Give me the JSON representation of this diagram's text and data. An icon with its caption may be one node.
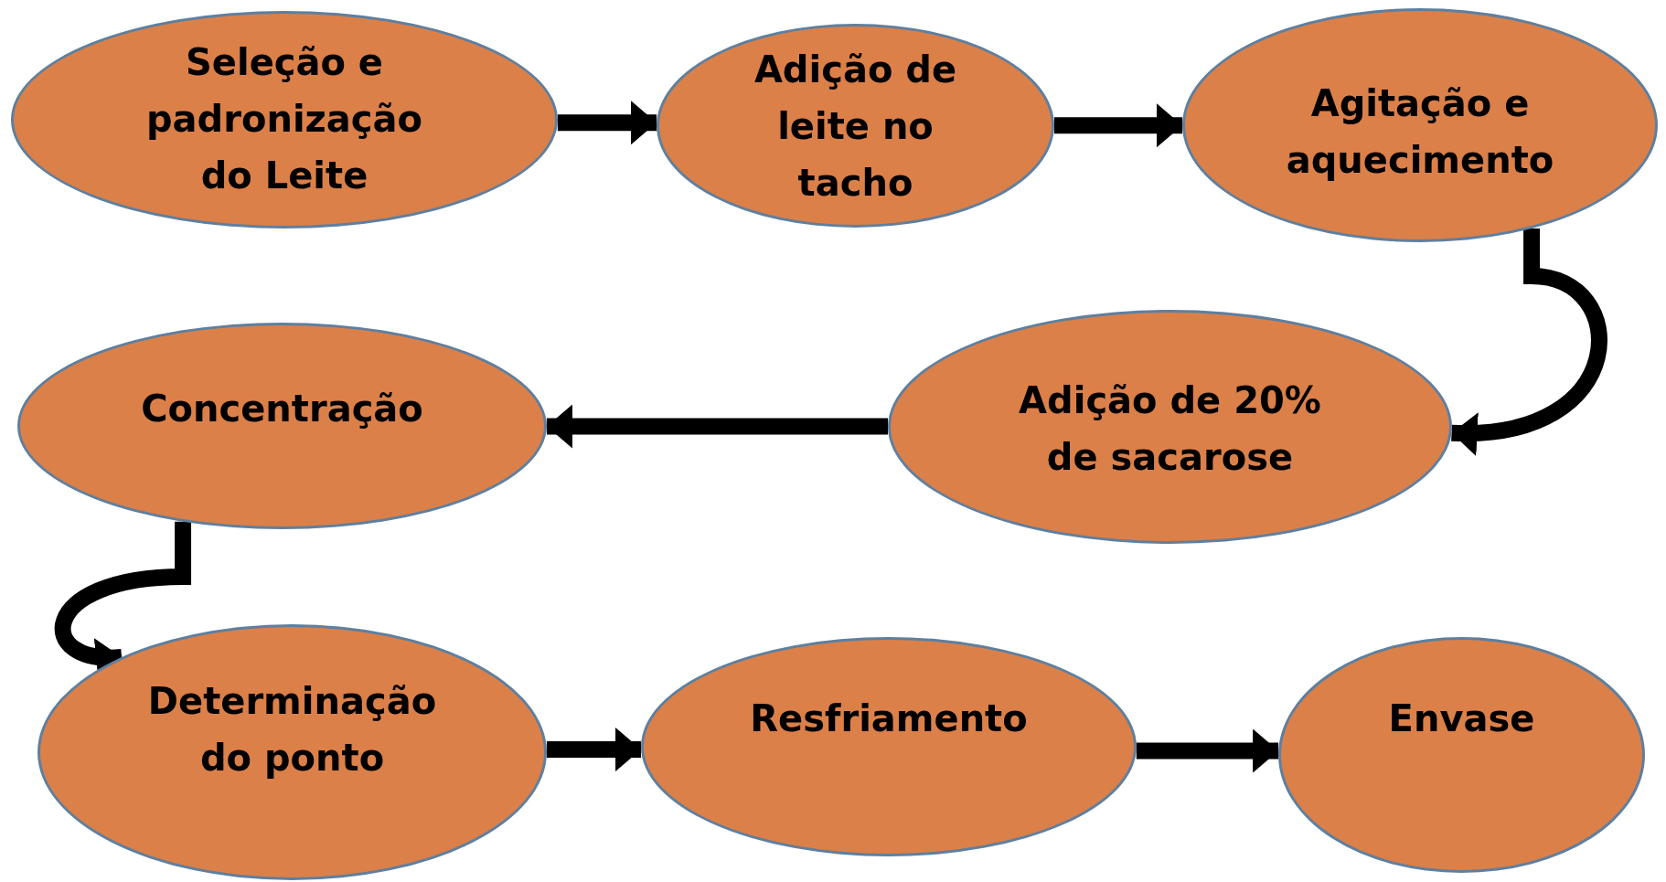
{
  "diagram": {
    "nodes": [
      {
        "text": [
          "Seleção  e padronização do Leite"
        ]
      },
      {
        "text": [
          "Adição de leite no tacho"
        ]
      },
      {
        "text": [
          "Agitação e aquecimento"
        ]
      },
      {
        "text": [
          "Adição de 20% de sacarose"
        ]
      },
      {
        "text": [
          "Concentração"
        ]
      },
      {
        "text": [
          "Determinação do ponto"
        ]
      },
      {
        "text": [
          "Resfriamento"
        ]
      },
      {
        "text": [
          "Envase"
        ]
      }
    ],
    "edges": [
      {
        "from": 0,
        "to": 1,
        "arrow": "to"
      },
      {
        "from": 1,
        "to": 2,
        "arrow": "to"
      },
      {
        "from": 2,
        "to": 3,
        "arrow": "to"
      },
      {
        "from": 3,
        "to": 4,
        "arrow": "to"
      },
      {
        "from": 4,
        "to": 5,
        "arrow": "to"
      },
      {
        "from": 5,
        "to": 6,
        "arrow": "to"
      },
      {
        "from": 6,
        "to": 7,
        "arrow": "to"
      }
    ]
  }
}
